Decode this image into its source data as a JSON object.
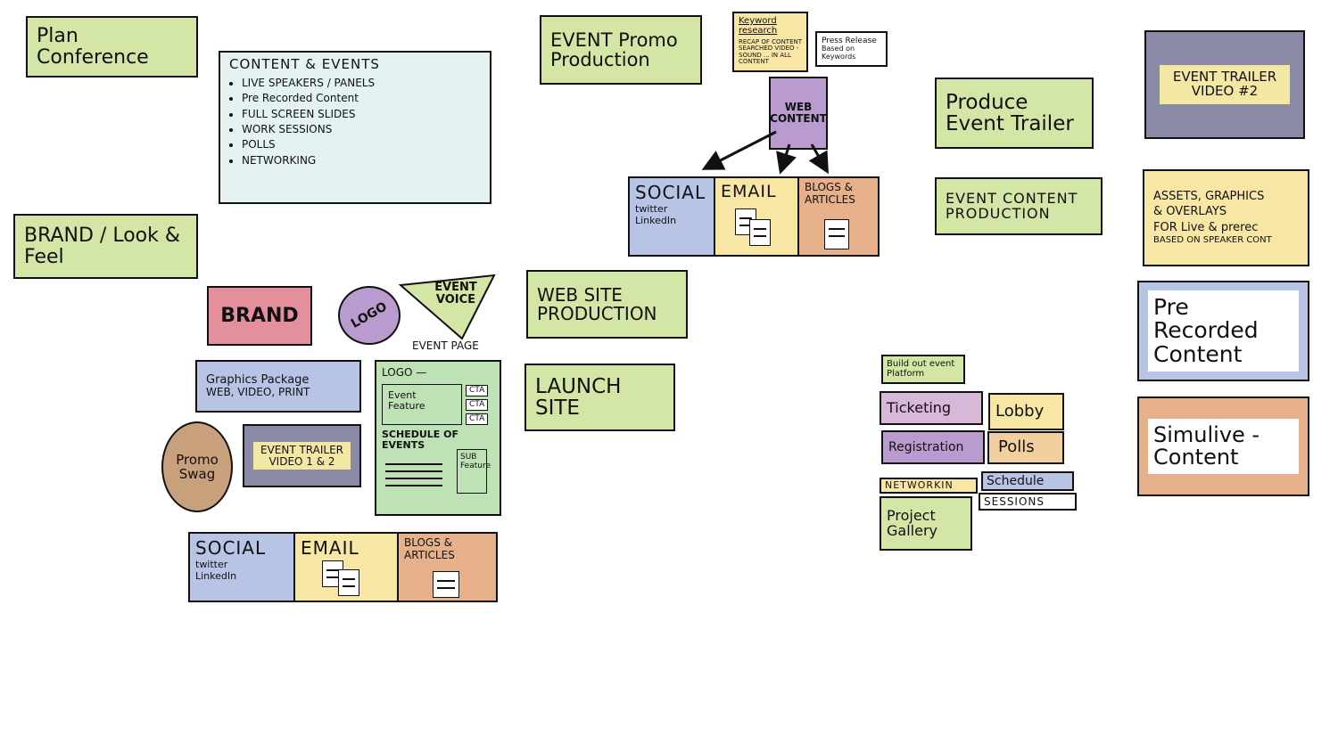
{
  "plan": {
    "title": "Plan Conference"
  },
  "content_events": {
    "title": "CONTENT & EVENTS",
    "items": [
      "LIVE SPEAKERS / PANELS",
      "Pre Recorded Content",
      "FULL SCREEN SLIDES",
      "WORK SESSIONS",
      "POLLS",
      "NETWORKING"
    ]
  },
  "brand_look": {
    "title": "BRAND / Look & Feel"
  },
  "brand": {
    "label": "BRAND"
  },
  "logo": {
    "label": "LOGO"
  },
  "event_voice": {
    "label": "EVENT VOICE"
  },
  "event_page": {
    "caption": "EVENT PAGE",
    "logo_line": "LOGO —",
    "feature": "Event Feature",
    "cta": [
      "CTA",
      "CTA",
      "CTA"
    ],
    "schedule": "SCHEDULE OF EVENTS",
    "sub_feature": "SUB Feature"
  },
  "graphics_pkg": {
    "line1": "Graphics Package",
    "line2": "WEB, VIDEO, PRINT"
  },
  "promo_swag": {
    "label": "Promo Swag"
  },
  "trailer_small": {
    "label": "EVENT TRAILER VIDEO 1 & 2"
  },
  "social_bottom": {
    "social": "SOCIAL",
    "social_sub": "twitter LinkedIn",
    "email": "EMAIL",
    "blogs": "BLOGS & ARTICLES"
  },
  "event_promo": {
    "title": "EVENT Promo Production"
  },
  "keyword": {
    "title": "Keyword research",
    "body": "RECAP OF CONTENT SEARCHED VIDEO - SOUND ... IN ALL CONTENT"
  },
  "press": {
    "title": "Press Release",
    "body": "Based on Keywords"
  },
  "web_content": {
    "label": "WEB CONTENT"
  },
  "social_top": {
    "social": "SOCIAL",
    "social_sub": "twitter LinkedIn",
    "email": "EMAIL",
    "blogs": "BLOGS & ARTICLES"
  },
  "website_prod": {
    "title": "WEB SITE PRODUCTION"
  },
  "launch": {
    "title": "LAUNCH SITE"
  },
  "produce_trailer": {
    "title": "Produce Event Trailer"
  },
  "event_content": {
    "title": "EVENT CONTENT PRODUCTION"
  },
  "trailer2": {
    "label": "EVENT TRAILER VIDEO #2"
  },
  "assets": {
    "line1": "ASSETS, GRAPHICS",
    "line2": "& OVERLAYS",
    "line3": "FOR Live & prerec",
    "line4": "BASED ON SPEAKER CONT"
  },
  "prerecorded": {
    "title": "Pre Recorded Content"
  },
  "simulive": {
    "title": "Simulive - Content"
  },
  "platform": {
    "header": "Build out event Platform",
    "ticketing": "Ticketing",
    "lobby": "Lobby",
    "registration": "Registration",
    "polls": "Polls",
    "networking": "NETWORKIN",
    "schedule": "Schedule",
    "sessions": "SESSIONS",
    "gallery": "Project Gallery"
  },
  "colors": {
    "green": "#d4e6a6",
    "yellow": "#f8e7a4",
    "purple": "#b99bd0",
    "blue": "#b7c4e6",
    "orange": "#e6b08a",
    "pink": "#e3909c",
    "grey": "#8a8aa6"
  }
}
